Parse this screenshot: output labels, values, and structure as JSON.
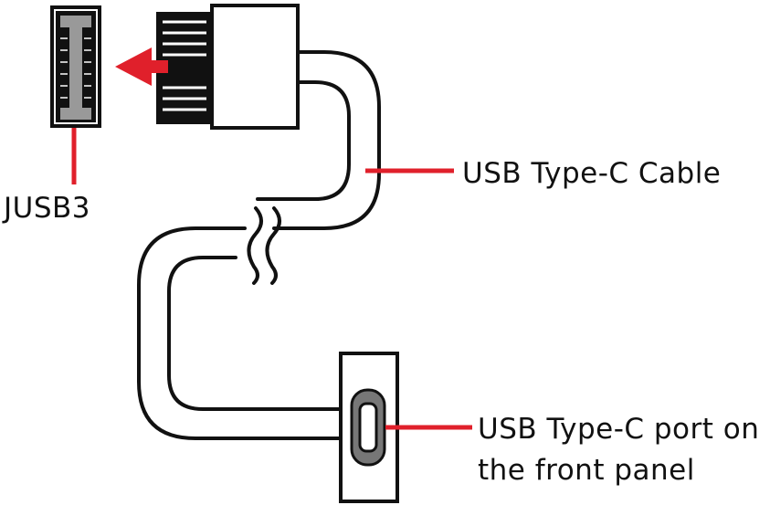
{
  "labels": {
    "header": "JUSB3",
    "cable": "USB Type-C Cable",
    "port_line1": "USB Type-C port on",
    "port_line2": "the front panel"
  },
  "colors": {
    "accent": "#e0202b",
    "outline": "#111111",
    "header_fill": "#999999",
    "port_fill": "#777777"
  }
}
